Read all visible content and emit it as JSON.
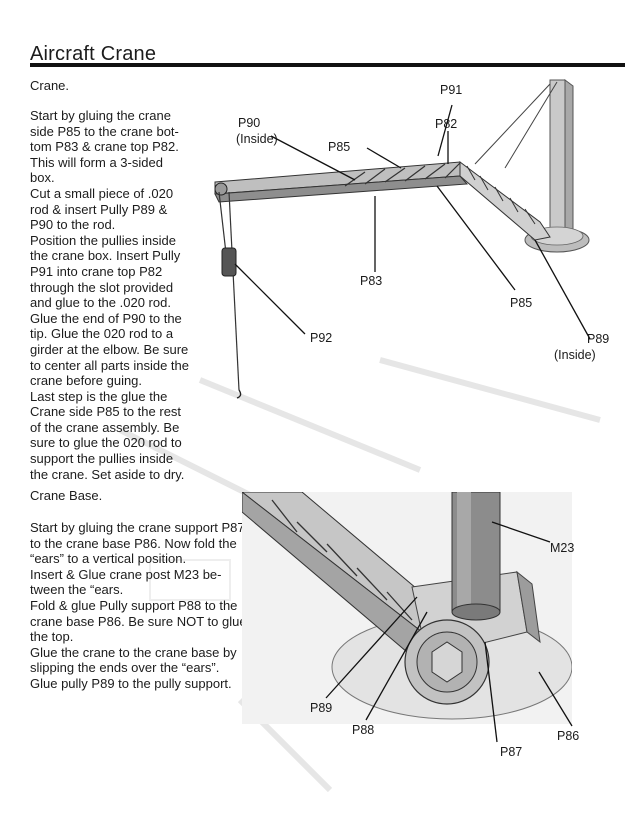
{
  "page": {
    "title": "Aircraft Crane"
  },
  "crane_section": {
    "heading": "Crane.",
    "lines": [
      "Start by gluing the crane",
      "side P85 to the crane bot-",
      "tom P83 & crane top P82.",
      "This will form a 3-sided",
      "box.",
      "Cut a small piece of .020",
      "rod & insert Pully P89 &",
      "P90 to the rod.",
      "Position the pullies inside",
      "the crane box. Insert Pully",
      "P91 into crane top P82",
      "through the slot provided",
      "and glue to the .020 rod.",
      "Glue the end of P90 to the",
      "tip. Glue the 020 rod to a",
      "girder at the elbow. Be sure",
      "to center all parts inside the",
      "crane before guing.",
      "Last step is the glue the",
      "Crane side P85 to the rest",
      "of the crane assembly. Be",
      "sure to glue the 020 rod to",
      "support the pullies inside",
      "the crane. Set aside to dry."
    ],
    "figure_labels": {
      "p91": "P91",
      "p90": "P90",
      "p90_note": "(Inside)",
      "p82": "P82",
      "p85_top": "P85",
      "p83": "P83",
      "p85_right": "P85",
      "p92": "P92",
      "p89": "P89",
      "p89_note": "(Inside)"
    }
  },
  "base_section": {
    "heading": "Crane Base.",
    "lines": [
      "Start by gluing the crane support P87",
      "to the crane base P86. Now fold the",
      "“ears” to a vertical position.",
      "Insert & Glue crane post M23 be-",
      "tween the “ears.",
      "Fold & glue Pully support P88 to the",
      "crane base P86. Be sure NOT to glue",
      "the top.",
      "Glue the crane to the crane base by",
      "slipping the ends over the “ears”.",
      "Glue pully P89 to the pully support."
    ],
    "figure_labels": {
      "m23": "M23",
      "p89": "P89",
      "p88": "P88",
      "p86": "P86",
      "p87": "P87"
    }
  }
}
